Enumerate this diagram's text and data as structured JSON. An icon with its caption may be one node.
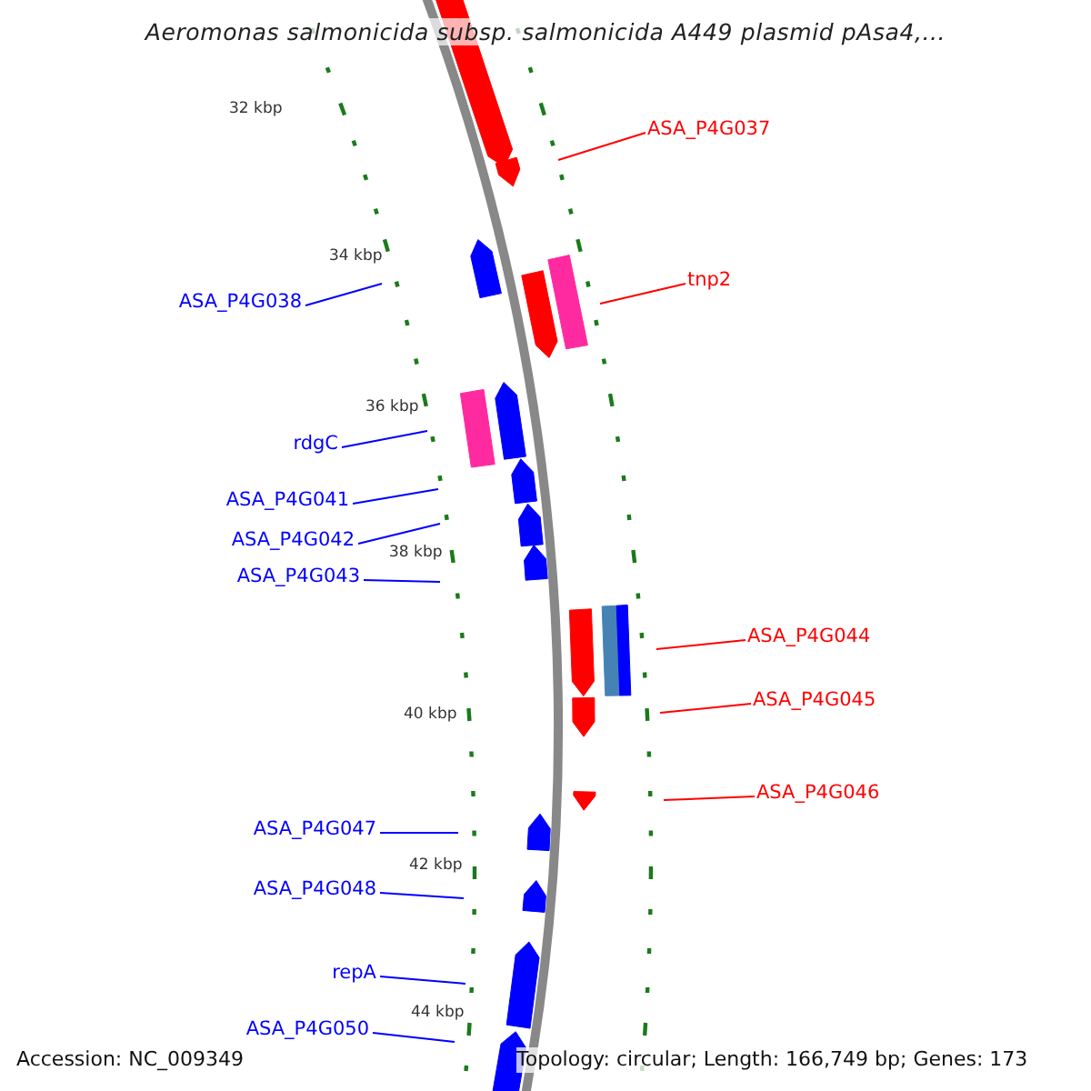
{
  "diagram": {
    "title": "Aeromonas salmonicida subsp. salmonicida A449 plasmid pAsa4,...",
    "nodes": [
      {
        "text": [
          "ASA_P4G037"
        ]
      },
      {
        "text": [
          "tnp2"
        ]
      },
      {
        "text": [
          "ASA_P4G038"
        ]
      },
      {
        "text": [
          "rdgC"
        ]
      },
      {
        "text": [
          "ASA_P4G041"
        ]
      },
      {
        "text": [
          "ASA_P4G042"
        ]
      },
      {
        "text": [
          "ASA_P4G043"
        ]
      },
      {
        "text": [
          "ASA_P4G044"
        ]
      },
      {
        "text": [
          "ASA_P4G045"
        ]
      },
      {
        "text": [
          "ASA_P4G046"
        ]
      },
      {
        "text": [
          "ASA_P4G047"
        ]
      },
      {
        "text": [
          "ASA_P4G048"
        ]
      },
      {
        "text": [
          "repA"
        ]
      },
      {
        "text": [
          "ASA_P4G050"
        ]
      }
    ],
    "edges": [
      {
        "from": 0,
        "to": null,
        "arrow": "none",
        "color": "#ff0000"
      },
      {
        "from": 1,
        "to": null,
        "arrow": "none",
        "color": "#ff0000"
      },
      {
        "from": 2,
        "to": null,
        "arrow": "none"
      },
      {
        "from": 3,
        "to": null,
        "arrow": "none"
      },
      {
        "from": 4,
        "to": null,
        "arrow": "none"
      },
      {
        "from": 5,
        "to": null,
        "arrow": "none"
      },
      {
        "from": 6,
        "to": null,
        "arrow": "none"
      },
      {
        "from": 7,
        "to": null,
        "arrow": "none",
        "color": "#ff0000"
      },
      {
        "from": 8,
        "to": null,
        "arrow": "none",
        "color": "#ff0000"
      },
      {
        "from": 9,
        "to": null,
        "arrow": "none",
        "color": "#ff0000"
      },
      {
        "from": 10,
        "to": null,
        "arrow": "none"
      },
      {
        "from": 11,
        "to": null,
        "arrow": "none"
      },
      {
        "from": 12,
        "to": null,
        "arrow": "none"
      },
      {
        "from": 13,
        "to": null,
        "arrow": "none"
      }
    ],
    "labels": [
      "32 kbp",
      "34 kbp",
      "36 kbp",
      "38 kbp",
      "40 kbp",
      "42 kbp",
      "44 kbp",
      "Accession: NC_009349",
      "Topology: circular; Length: 166,749 bp; Genes: 173"
    ]
  }
}
